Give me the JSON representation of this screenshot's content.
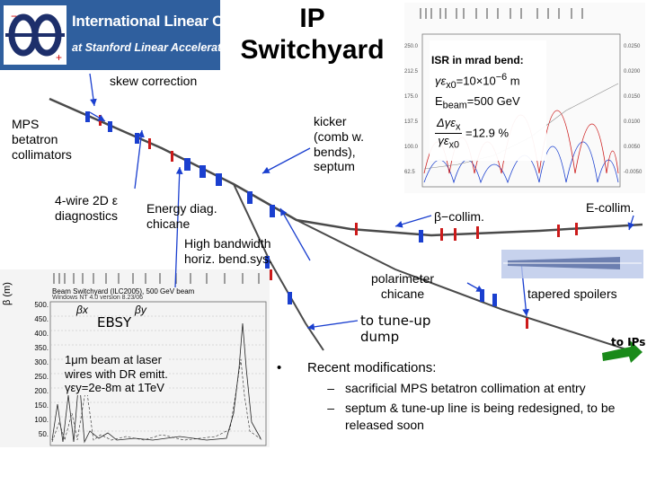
{
  "logo": {
    "title": "International Linear Collider",
    "subtitle": "at Stanford Linear Accelerator Center"
  },
  "title": {
    "line1": "IP",
    "line2": "Switchyard"
  },
  "labels": {
    "skew": "skew correction",
    "mps": [
      "MPS",
      "betatron",
      "collimators"
    ],
    "wire": [
      "4-wire 2D ε",
      "diagnostics"
    ],
    "energy": [
      "Energy diag.",
      "chicane"
    ],
    "highbw": [
      "High bandwidth",
      "horiz. bend.sys."
    ],
    "kicker": [
      "kicker",
      "(comb w.",
      "bends),",
      "septum"
    ],
    "beta_collim": "β−collim.",
    "e_collim": "E-collim.",
    "polarimeter": [
      "polarimeter",
      "chicane"
    ],
    "tapered": "tapered spoilers",
    "tuneup": [
      "to tune-up",
      "dump"
    ],
    "to_ips": "to IPs"
  },
  "isr_inset": {
    "title": "ISR in mrad bend:",
    "eq1": "γε",
    "eq1_sub": "x0",
    "eq1_rhs": "=10×10",
    "eq1_exp": "−6",
    "eq1_unit": "m",
    "eq2": "E",
    "eq2_sub": "beam",
    "eq2_rhs": "=500 GeV",
    "eq3": "Δγε",
    "eq3_sub": "x",
    "eq3_rhs": "=12.9 %",
    "eq3_den": "γε",
    "eq3_den_sub": "x0"
  },
  "beta_plot": {
    "ylabel": "β (m)",
    "yticks": [
      "500.",
      "450.",
      "400.",
      "350.",
      "300.",
      "250.",
      "200.",
      "150.",
      "100.",
      "50."
    ],
    "header": "Beam Switchyard (ILC2005), 500 GeV beam",
    "header2": "Windows NT 4.0 version 8.23/06",
    "legend_x": "βx",
    "legend_y": "βy",
    "ebsy": "EBSY",
    "note": [
      "1μm beam at laser",
      "wires with DR emitt.",
      "γεy=2e-8m at 1TeV"
    ]
  },
  "recent": {
    "bullet": "•",
    "title": "Recent modifications:",
    "dash": "–",
    "items": [
      "sacrificial MPS betatron collimation at  entry",
      "septum & tune-up line is being redesigned, to be released soon"
    ]
  },
  "colors": {
    "logo_bg": "#2f5f9e",
    "magnet_blue": "#1a3fcf",
    "magnet_red": "#cc1a1a",
    "arrow_green": "#1a8a1a",
    "beamline": "#4a4a4a"
  }
}
